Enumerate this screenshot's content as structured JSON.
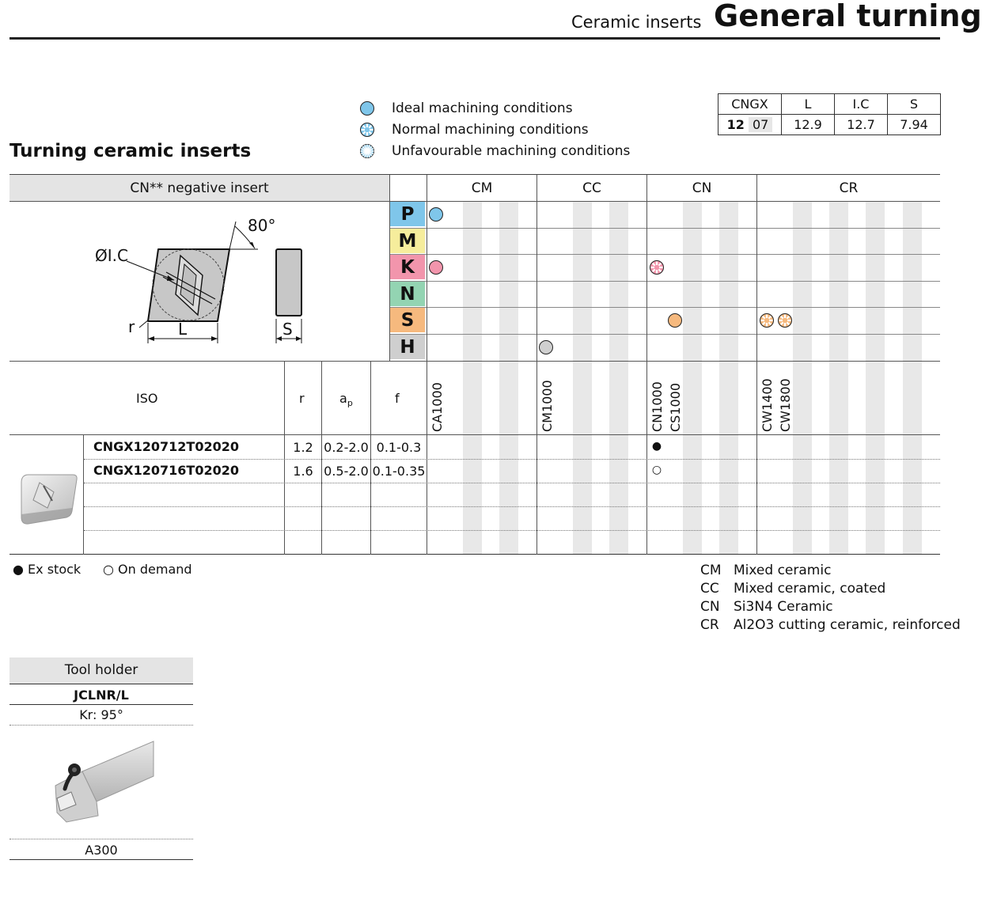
{
  "header": {
    "subtitle": "Ceramic inserts",
    "title": "General turning"
  },
  "section_title": "Turning ceramic inserts",
  "legend": [
    {
      "icon": "ideal-conditions-icon",
      "label": "Ideal machining conditions"
    },
    {
      "icon": "normal-conditions-icon",
      "label": "Normal machining conditions"
    },
    {
      "icon": "unfavourable-conditions-icon",
      "label": "Unfavourable machining conditions"
    }
  ],
  "dimensions": {
    "headers": [
      "CNGX",
      "L",
      "I.C",
      "S"
    ],
    "size_bold": "12",
    "size_thin": "07",
    "values": [
      "12.9",
      "12.7",
      "7.94"
    ]
  },
  "insert_header": "CN** negative insert",
  "drawing": {
    "angle": "80°",
    "ic": "ØI.C",
    "r": "r",
    "l": "L",
    "s": "S"
  },
  "groups": [
    "CM",
    "CC",
    "CN",
    "CR"
  ],
  "materials": [
    {
      "letter": "P",
      "color": "#7fc6ea"
    },
    {
      "letter": "M",
      "color": "#f6ed9c"
    },
    {
      "letter": "K",
      "color": "#f295ac"
    },
    {
      "letter": "N",
      "color": "#93d4b2"
    },
    {
      "letter": "S",
      "color": "#f6b97e"
    },
    {
      "letter": "H",
      "color": "#cfcfcf"
    }
  ],
  "iso_headers": {
    "iso": "ISO",
    "r": "r",
    "ap": "a",
    "ap_sub": "p",
    "f": "f"
  },
  "grades": [
    "CA1000",
    "CM1000",
    "CN1000",
    "CS1000",
    "CW1400",
    "CW1800"
  ],
  "rows": [
    {
      "code": "CNGX120712T02020",
      "r": "1.2",
      "ap": "0.2-2.0",
      "f": "0.1-0.3",
      "availability": "●"
    },
    {
      "code": "CNGX120716T02020",
      "r": "1.6",
      "ap": "0.5-2.0",
      "f": "0.1-0.35",
      "availability": "○"
    }
  ],
  "stock_legend": {
    "ex_stock": "● Ex stock",
    "on_demand": "○ On demand"
  },
  "glossary": [
    {
      "code": "CM",
      "text": "Mixed ceramic"
    },
    {
      "code": "CC",
      "text": "Mixed ceramic, coated"
    },
    {
      "code": "CN",
      "text": "Si3N4 Ceramic"
    },
    {
      "code": "CR",
      "text": "Al2O3 cutting ceramic, reinforced"
    }
  ],
  "tool_holder": {
    "title": "Tool holder",
    "name": "JCLNR/L",
    "kr": "Kr: 95°",
    "code": "A300"
  }
}
